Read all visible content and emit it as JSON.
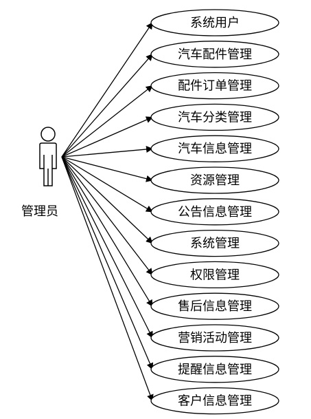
{
  "actor": {
    "name": "管理员",
    "icon": "person-icon"
  },
  "use_cases": [
    {
      "id": "uc-1",
      "label": "系统用户"
    },
    {
      "id": "uc-2",
      "label": "汽车配件管理"
    },
    {
      "id": "uc-3",
      "label": "配件订单管理"
    },
    {
      "id": "uc-4",
      "label": "汽车分类管理"
    },
    {
      "id": "uc-5",
      "label": "汽车信息管理"
    },
    {
      "id": "uc-6",
      "label": "资源管理"
    },
    {
      "id": "uc-7",
      "label": "公告信息管理"
    },
    {
      "id": "uc-8",
      "label": "系统管理"
    },
    {
      "id": "uc-9",
      "label": "权限管理"
    },
    {
      "id": "uc-10",
      "label": "售后信息管理"
    },
    {
      "id": "uc-11",
      "label": "营销活动管理"
    },
    {
      "id": "uc-12",
      "label": "提醒信息管理"
    },
    {
      "id": "uc-13",
      "label": "客户信息管理"
    }
  ]
}
